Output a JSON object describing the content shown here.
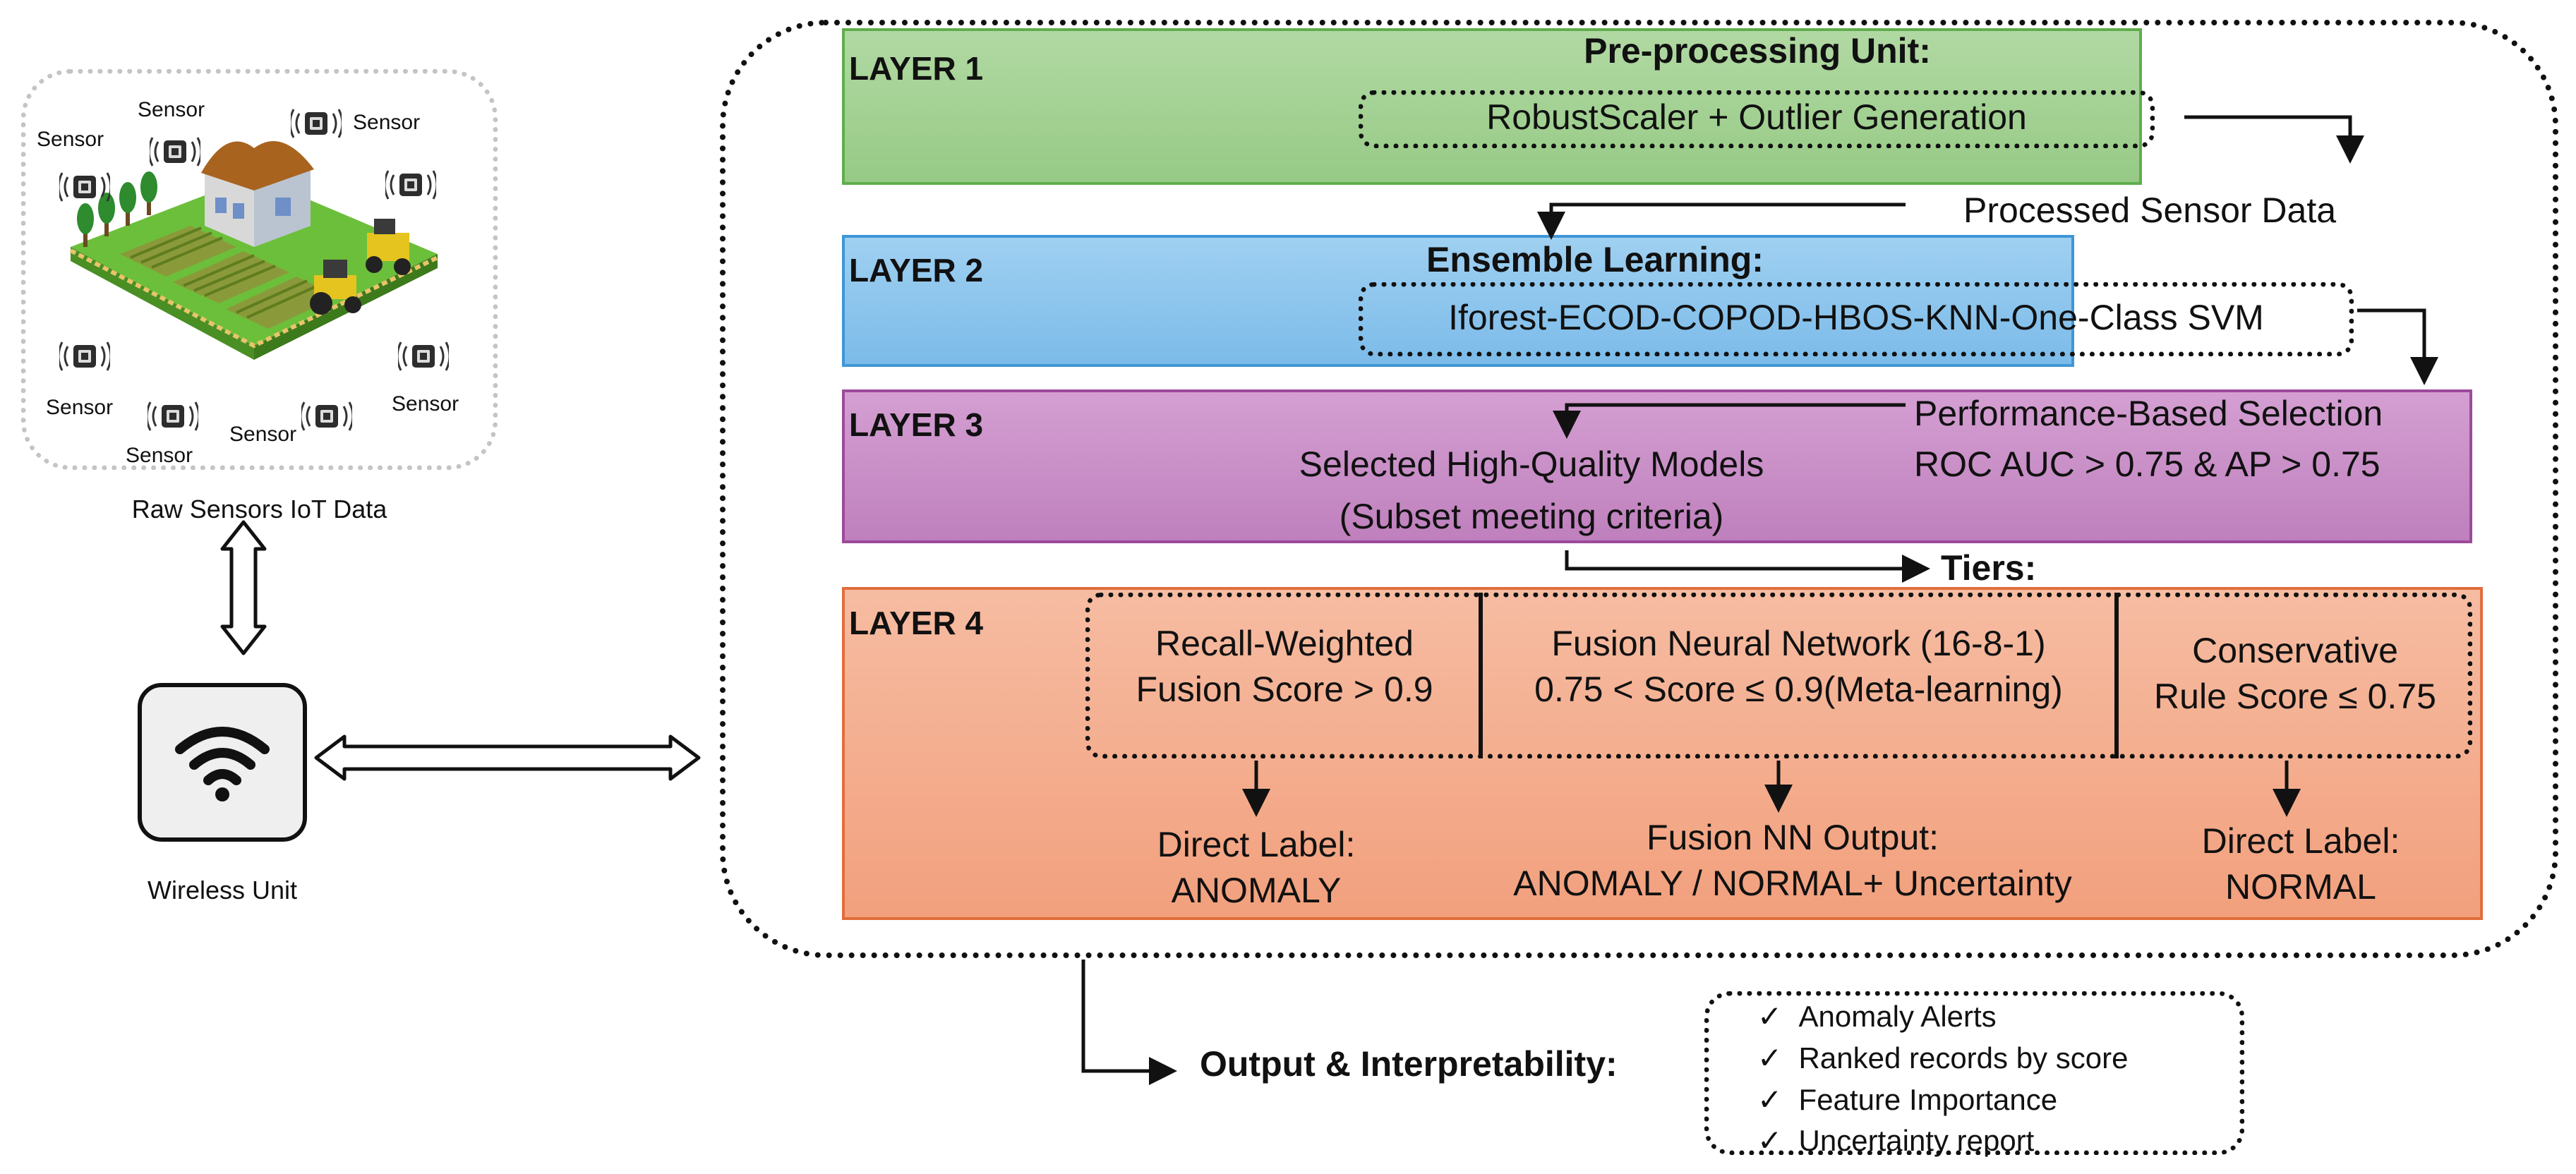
{
  "colors": {
    "layer1_fill": "#a4d39a",
    "layer1_border": "#5fae4c",
    "layer2_fill": "#8cc7ee",
    "layer2_border": "#3f96d6",
    "layer3_fill": "#c98fc7",
    "layer3_border": "#9c4a9a",
    "layer4_fill": "#f4ab8a",
    "layer4_border": "#e06e3c"
  },
  "left": {
    "sensor_label": "Sensor",
    "iot_caption": "Raw Sensors IoT Data",
    "wireless_caption": "Wireless Unit",
    "farm_icon": "smart-farm-illustration",
    "wifi_icon": "wifi-icon"
  },
  "layer1": {
    "label": "LAYER 1",
    "title": "Pre-processing Unit:",
    "box_text": "RobustScaler + Outlier Generation",
    "output_text": "Processed Sensor Data"
  },
  "layer2": {
    "label": "LAYER 2",
    "title": "Ensemble Learning:",
    "box_text": "Iforest-ECOD-COPOD-HBOS-KNN-One-Class SVM"
  },
  "layer3": {
    "label": "LAYER 3",
    "criteria_title": "Performance-Based Selection",
    "criteria_text": "ROC AUC > 0.75 & AP > 0.75",
    "selected_line1": "Selected High-Quality Models",
    "selected_line2": "(Subset meeting criteria)",
    "tiers_label": "Tiers:"
  },
  "layer4": {
    "label": "LAYER 4",
    "tier1_line1": "Recall-Weighted",
    "tier1_line2": "Fusion Score > 0.9",
    "tier2_line1": "Fusion Neural Network (16-8-1)",
    "tier2_line2": "0.75 < Score ≤ 0.9(Meta-learning)",
    "tier3_line1": "Conservative",
    "tier3_line2": "Rule Score ≤ 0.75",
    "out1_line1": "Direct Label:",
    "out1_line2": "ANOMALY",
    "out2_line1": "Fusion NN Output:",
    "out2_line2": "ANOMALY / NORMAL+ Uncertainty",
    "out3_line1": "Direct Label:",
    "out3_line2": "NORMAL"
  },
  "output": {
    "title": "Output & Interpretability:",
    "check_mark": "✓",
    "items": [
      "Anomaly Alerts",
      "Ranked records by score",
      "Feature Importance",
      "Uncertainty report"
    ]
  }
}
